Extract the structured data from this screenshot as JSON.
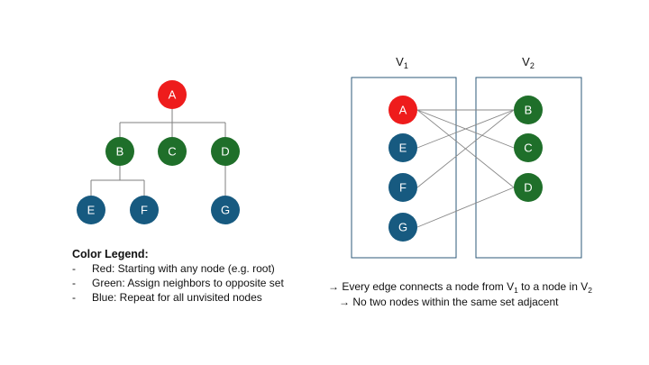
{
  "tree": {
    "nodes": [
      {
        "id": "A",
        "label": "A",
        "color": "#ee1c1c"
      },
      {
        "id": "B",
        "label": "B",
        "color": "#1f6f2a"
      },
      {
        "id": "C",
        "label": "C",
        "color": "#1f6f2a"
      },
      {
        "id": "D",
        "label": "D",
        "color": "#1f6f2a"
      },
      {
        "id": "E",
        "label": "E",
        "color": "#175a80"
      },
      {
        "id": "F",
        "label": "F",
        "color": "#175a80"
      },
      {
        "id": "G",
        "label": "G",
        "color": "#175a80"
      }
    ],
    "edges": [
      [
        "A",
        "B"
      ],
      [
        "A",
        "C"
      ],
      [
        "A",
        "D"
      ],
      [
        "B",
        "E"
      ],
      [
        "B",
        "F"
      ],
      [
        "D",
        "G"
      ]
    ]
  },
  "bipartite": {
    "set1": {
      "label": "V",
      "sub": "1",
      "nodes": [
        {
          "id": "A",
          "label": "A",
          "color": "#ee1c1c"
        },
        {
          "id": "E",
          "label": "E",
          "color": "#175a80"
        },
        {
          "id": "F",
          "label": "F",
          "color": "#175a80"
        },
        {
          "id": "G",
          "label": "G",
          "color": "#175a80"
        }
      ]
    },
    "set2": {
      "label": "V",
      "sub": "2",
      "nodes": [
        {
          "id": "B",
          "label": "B",
          "color": "#1f6f2a"
        },
        {
          "id": "C",
          "label": "C",
          "color": "#1f6f2a"
        },
        {
          "id": "D",
          "label": "D",
          "color": "#1f6f2a"
        }
      ]
    },
    "edges": [
      [
        "A",
        "B"
      ],
      [
        "A",
        "C"
      ],
      [
        "A",
        "D"
      ],
      [
        "E",
        "B"
      ],
      [
        "F",
        "B"
      ],
      [
        "G",
        "D"
      ]
    ],
    "box_color": "#2e5a78",
    "edge_color": "#888888"
  },
  "legend": {
    "title": "Color Legend:",
    "items": [
      {
        "dash": "-",
        "text": "Red: Starting with any node (e.g. root)"
      },
      {
        "dash": "-",
        "text": "Green: Assign neighbors to opposite set"
      },
      {
        "dash": "-",
        "text": "Blue: Repeat for all unvisited nodes"
      }
    ]
  },
  "notes": {
    "line1_pre": "→ Every edge connects a node from V",
    "line1_sub1": "1",
    "line1_mid": " to a node in V",
    "line1_sub2": "2",
    "line2": "→ No two nodes within the same set adjacent"
  }
}
